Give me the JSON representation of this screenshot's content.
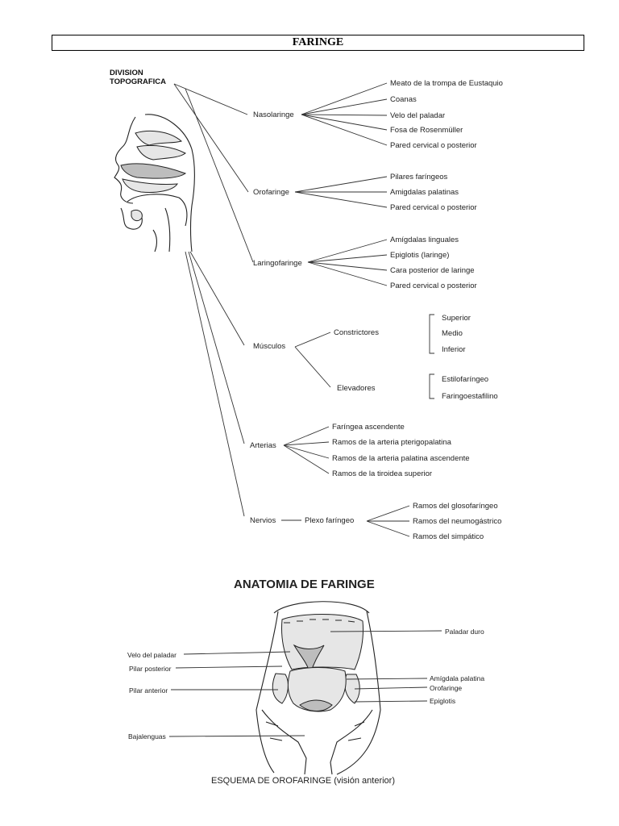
{
  "title": "FARINGE",
  "root": {
    "line1": "DIVISION",
    "line2": "TOPOGRAFICA"
  },
  "nasolaringe": {
    "label": "Nasolaringe",
    "items": [
      "Meato de la  trompa de Eustaquio",
      "Coanas",
      "Velo del paladar",
      "Fosa de Rosenmüller",
      "Pared cervical o posterior"
    ]
  },
  "orofaringe": {
    "label": "Orofaringe",
    "items": [
      "Pilares faríngeos",
      "Amigdalas palatinas",
      "Pared cervical o posterior"
    ]
  },
  "laringofaringe": {
    "label": "Laringofaringe",
    "items": [
      "Amígdalas linguales",
      "Epiglotis (laringe)",
      "Cara posterior de laringe",
      "Pared cervical o posterior"
    ]
  },
  "musculos": {
    "label": "Músculos",
    "constrictores": {
      "label": "Constrictores",
      "items": [
        "Superior",
        "Medio",
        "Inferior"
      ]
    },
    "elevadores": {
      "label": "Elevadores",
      "items": [
        "Estilofaríngeo",
        "Faringoestafilino"
      ]
    }
  },
  "arterias": {
    "label": "Arterias",
    "items": [
      "Faríngea ascendente",
      "Ramos de la arteria pterigopalatina",
      "Ramos de la arteria palatina ascendente",
      "Ramos de la tiroidea superior"
    ]
  },
  "nervios": {
    "label": "Nervios",
    "plexo": "Plexo faríngeo",
    "items": [
      "Ramos del glosofaríngeo",
      "Ramos del neumogástrico",
      "Ramos del simpático"
    ]
  },
  "anatomia": {
    "heading": "ANATOMIA DE FARINGE",
    "left_labels": [
      "Velo del paladar",
      "Pilar posterior",
      "Pilar anterior",
      "Bajalenguas"
    ],
    "right_labels": [
      "Paladar duro",
      "Amígdala palatina",
      "Orofaringe",
      "Epiglotis"
    ],
    "caption": "ESQUEMA DE OROFARINGE (visión anterior)"
  }
}
